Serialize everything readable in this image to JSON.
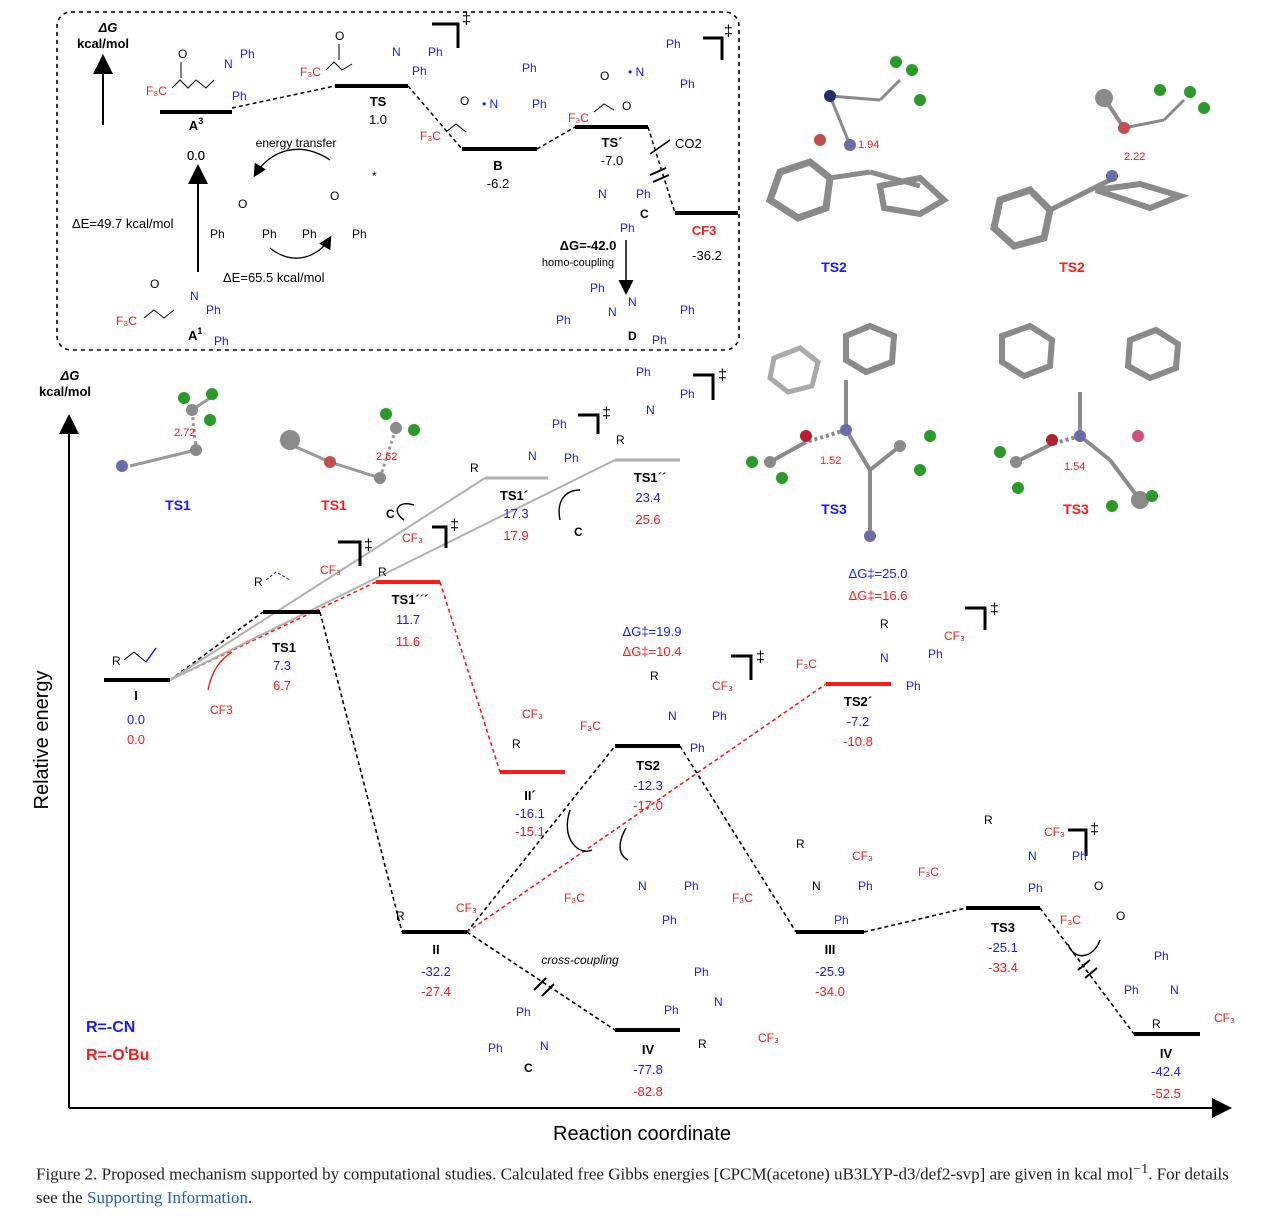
{
  "inset": {
    "axis": {
      "line1": "ΔG",
      "line2": "kcal/mol"
    },
    "states": [
      {
        "id": "A3",
        "label_main": "A",
        "label_sup": "3",
        "energy": "0.0"
      },
      {
        "id": "TS",
        "label": "TS",
        "energy": "1.0"
      },
      {
        "id": "B",
        "label": "B",
        "energy": "-6.2"
      },
      {
        "id": "TSprime",
        "label": "TS´",
        "energy": "-7.0"
      },
      {
        "id": "CF3",
        "label": "CF3",
        "energy": "-36.2"
      }
    ],
    "energy_transfer": "energy transfer",
    "deltaE1": "ΔE=49.7 kcal/mol",
    "deltaE2": "ΔE=65.5 kcal/mol",
    "a1_label": "A",
    "a1_sup": "1",
    "homo_dg": "ΔG=-42.0",
    "homo_label": "homo-coupling",
    "d_label": "D",
    "c_label": "C",
    "co2": "CO2",
    "zero": "0.0"
  },
  "main": {
    "xlabel": "Reaction coordinate",
    "ylabel": "Relative energy",
    "axis": {
      "line1": "ΔG",
      "line2": "kcal/mol"
    },
    "states": [
      {
        "id": "I",
        "label": "I",
        "blue": "0.0",
        "red": "0.0"
      },
      {
        "id": "TS1",
        "label": "TS1",
        "blue": "7.3",
        "red": "6.7"
      },
      {
        "id": "TS1p3",
        "label": "TS1´´´",
        "blue": "11.7",
        "red": "11.6"
      },
      {
        "id": "TS1p1",
        "label": "TS1´",
        "blue": "17.3",
        "red": "17.9"
      },
      {
        "id": "TS1p2",
        "label": "TS1´´",
        "blue": "23.4",
        "red": "25.6"
      },
      {
        "id": "IIp",
        "label": "II´",
        "blue": "-16.1",
        "red": "-15.1"
      },
      {
        "id": "II",
        "label": "II",
        "blue": "-32.2",
        "red": "-27.4"
      },
      {
        "id": "TS2",
        "label": "TS2",
        "blue": "-12.3",
        "red": "-17.0"
      },
      {
        "id": "TS2p",
        "label": "TS2´",
        "blue": "-7.2",
        "red": "-10.8"
      },
      {
        "id": "III",
        "label": "III",
        "blue": "-25.9",
        "red": "-34.0"
      },
      {
        "id": "TS3",
        "label": "TS3",
        "blue": "-25.1",
        "red": "-33.4"
      },
      {
        "id": "IVa",
        "label": "IV",
        "blue": "-77.8",
        "red": "-82.8"
      },
      {
        "id": "IVb",
        "label": "IV",
        "blue": "-42.4",
        "red": "-52.5"
      }
    ],
    "ts2_barrier": {
      "blue": "ΔG‡=19.9",
      "red": "ΔG‡=10.4"
    },
    "ts2p_barrier": {
      "blue": "ΔG‡=25.0",
      "red": "ΔG‡=16.6"
    },
    "cross_coupling": "cross-coupling",
    "legend": {
      "cn": "R=-CN",
      "otbu_pre": "R=-O",
      "otbu_sup": "t",
      "otbu_post": "Bu"
    },
    "cf3_radical": "CF3",
    "c_labels": [
      "C",
      "C",
      "C"
    ]
  },
  "structures": {
    "TS1_cn": {
      "label": "TS1",
      "dist": "2.72"
    },
    "TS1_otbu": {
      "label": "TS1",
      "dist": "2.62"
    },
    "TS2_cn": {
      "label": "TS2",
      "dist": "1.94"
    },
    "TS2_otbu": {
      "label": "TS2",
      "dist": "2.22"
    },
    "TS3_cn": {
      "label": "TS3",
      "dist": "1.52"
    },
    "TS3_otbu": {
      "label": "TS3",
      "dist": "1.54"
    }
  },
  "caption": {
    "lead": "Figure 2.",
    "text": " Proposed mechanism supported by computational studies. Calculated free Gibbs energies [CPCM(acetone) uB3LYP-d3/def2-svp] are given in kcal mol",
    "sup": "−1",
    "text2": ". For details see the ",
    "link": "Supporting Information",
    "end": "."
  },
  "colors": {
    "blue": "#1a1aff",
    "red": "#ff1a1a",
    "black": "#000000",
    "gray": "#b0b0b0"
  }
}
